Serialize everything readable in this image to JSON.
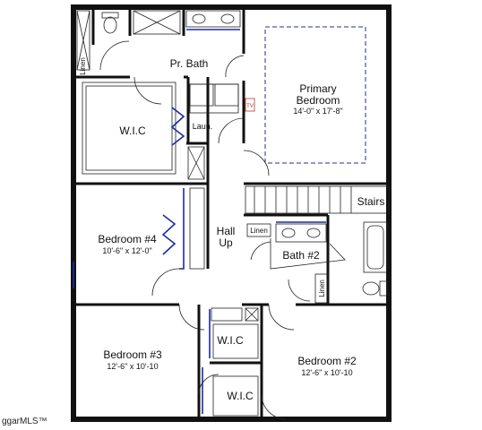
{
  "rooms": {
    "pr_bath": {
      "label": "Pr. Bath"
    },
    "primary_bedroom": {
      "label_line1": "Primary",
      "label_line2": "Bedroom",
      "dims": "14'-0\" x 17'-8\""
    },
    "wic_primary": {
      "label": "W.I.C"
    },
    "laundry": {
      "label": "Laun."
    },
    "tv": {
      "label": "TV"
    },
    "linen_top": {
      "label": "Linen"
    },
    "stairs": {
      "label": "Stairs"
    },
    "hall": {
      "label_line1": "Hall",
      "label_line2": "Up"
    },
    "bedroom4": {
      "label": "Bedroom #4",
      "dims": "10'-6\" x 12'-0\""
    },
    "linen_mid": {
      "label": "Linen"
    },
    "bath2": {
      "label": "Bath #2"
    },
    "linen_right": {
      "label": "Linen"
    },
    "bedroom3": {
      "label": "Bedroom #3",
      "dims": "12'-6\" x 10'-10"
    },
    "wic_mid": {
      "label": "W.I.C"
    },
    "bedroom2": {
      "label": "Bedroom #2",
      "dims": "12'-6\" x 10'-10"
    },
    "wic_bottom": {
      "label": "W.I.C"
    }
  },
  "watermark": "ggarMLS™"
}
